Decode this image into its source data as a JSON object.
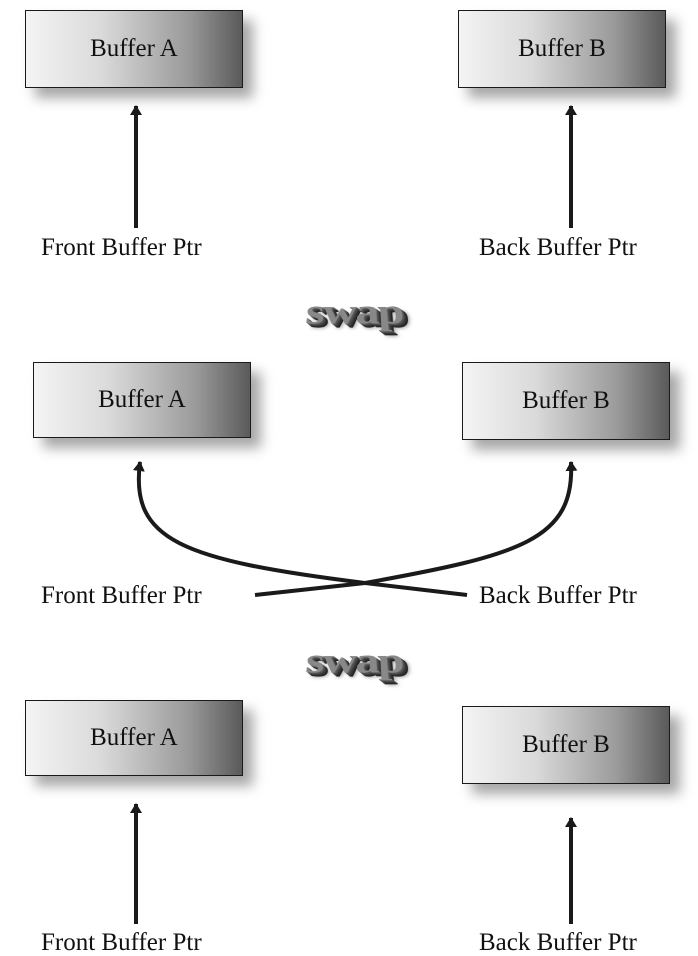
{
  "panels": [
    {
      "buffer_a": "Buffer A",
      "buffer_b": "Buffer B",
      "front_ptr": "Front Buffer Ptr",
      "back_ptr": "Back Buffer Ptr"
    },
    {
      "buffer_a": "Buffer A",
      "buffer_b": "Buffer B",
      "front_ptr": "Front Buffer Ptr",
      "back_ptr": "Back Buffer Ptr"
    },
    {
      "buffer_a": "Buffer A",
      "buffer_b": "Buffer B",
      "front_ptr": "Front Buffer Ptr",
      "back_ptr": "Back Buffer Ptr"
    }
  ],
  "swap_labels": [
    "swap",
    "swap"
  ],
  "colors": {
    "stroke": "#1a1a1a",
    "text": "#111111",
    "swap_face": "#888888"
  }
}
